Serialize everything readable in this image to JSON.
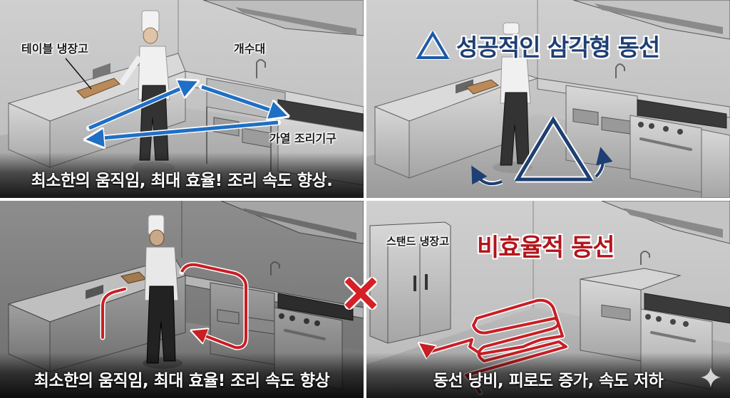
{
  "panels": [
    {
      "id": "panel-1",
      "theme": "efficient-triangle-arrows",
      "labels": {
        "table_fridge": "테이블 냉장고",
        "sink": "개수대",
        "cooking_equipment": "가열 조리기구"
      },
      "caption": "최소한의 움직임, 최대 효율! 조리 속도 향상.",
      "arrow_color": "#1f6fc4"
    },
    {
      "id": "panel-2",
      "theme": "successful-triangle",
      "title": "성공적인 삼각형 동선",
      "title_icon": "triangle-outline-icon",
      "title_color": "#1e3f73"
    },
    {
      "id": "panel-3",
      "theme": "detour-path",
      "caption": "최소한의 움직임, 최대 효율! 조리 속도 향상",
      "arrow_color": "#c81e24"
    },
    {
      "id": "panel-4",
      "theme": "inefficient-path",
      "title": "비효율적 동선",
      "title_color": "#b3141b",
      "labels": {
        "stand_fridge": "스탠드 냉장고"
      },
      "caption": "동선 낭비, 피로도 증가, 속도 저하",
      "arrow_color": "#c81e24"
    }
  ],
  "overlays": {
    "x_mark_icon": "x-mark-icon",
    "x_mark_color": "#d61f26",
    "watermark_icon": "sparkle-icon"
  }
}
